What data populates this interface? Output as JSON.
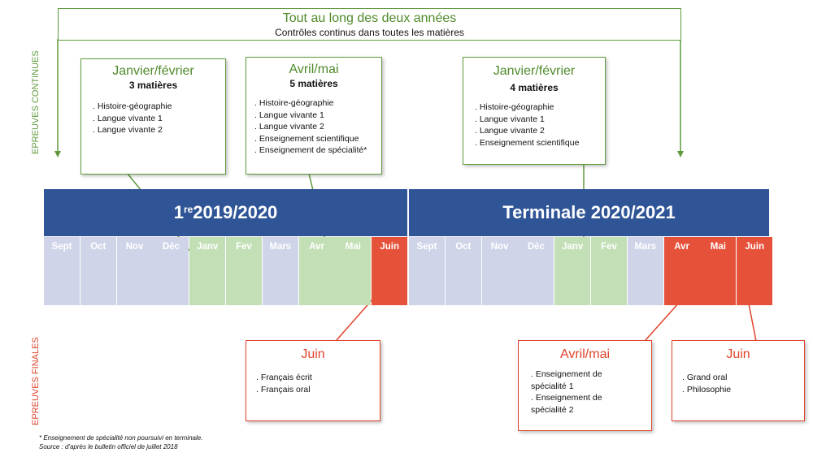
{
  "top_banner": {
    "title": "Tout au long des deux années",
    "subtitle": "Contrôles continus dans toutes les matières"
  },
  "side_labels": {
    "continuous": "EPREUVES CONTINUES",
    "final": "EPREUVES FINALES"
  },
  "continuous_boxes": [
    {
      "title": "Janvier/février",
      "count": "3 matières",
      "items": [
        ". Histoire-géographie",
        ". Langue vivante 1",
        ". Langue vivante 2"
      ]
    },
    {
      "title": "Avril/mai",
      "count": "5 matières",
      "items": [
        ". Histoire-géographie",
        ". Langue vivante 1",
        ". Langue vivante 2",
        ". Enseignement scientifique",
        ". Enseignement de spécialité*"
      ]
    },
    {
      "title": "Janvier/février",
      "count": "4 matières",
      "items": [
        ". Histoire-géographie",
        ". Langue vivante 1",
        ". Langue vivante 2",
        ". Enseignement scientifique"
      ]
    }
  ],
  "years": {
    "first_sup": "re",
    "first_prefix": "1",
    "first_rest": " 2019/2020",
    "second": "Terminale 2020/2021"
  },
  "months": [
    {
      "label": "Sept",
      "status": "grey"
    },
    {
      "label": "Oct",
      "status": "grey"
    },
    {
      "label": "Nov",
      "status": "grey"
    },
    {
      "label": "Déc",
      "status": "grey"
    },
    {
      "label": "Janv",
      "status": "green"
    },
    {
      "label": "Fev",
      "status": "green"
    },
    {
      "label": "Mars",
      "status": "grey"
    },
    {
      "label": "Avr",
      "status": "green"
    },
    {
      "label": "Mai",
      "status": "green"
    },
    {
      "label": "Juin",
      "status": "red"
    },
    {
      "label": "Sept",
      "status": "grey"
    },
    {
      "label": "Oct",
      "status": "grey"
    },
    {
      "label": "Nov",
      "status": "grey"
    },
    {
      "label": "Déc",
      "status": "grey"
    },
    {
      "label": "Janv",
      "status": "green"
    },
    {
      "label": "Fev",
      "status": "green"
    },
    {
      "label": "Mars",
      "status": "grey"
    },
    {
      "label": "Avr",
      "status": "red"
    },
    {
      "label": "Mai",
      "status": "red"
    },
    {
      "label": "Juin",
      "status": "red"
    }
  ],
  "final_boxes": [
    {
      "title": "Juin",
      "items": [
        ". Français écrit",
        ". Français oral"
      ]
    },
    {
      "title": "Avril/mai",
      "items": [
        ". Enseignement de spécialité 1",
        ". Enseignement de spécialité 2"
      ]
    },
    {
      "title": "Juin",
      "items": [
        ". Grand oral",
        ". Philosophie"
      ]
    }
  ],
  "footnotes": {
    "note": "* Enseignement de spécialité non poursuivi en terminale.",
    "source": "Source : d'après le bulletin officiel de juillet 2018"
  },
  "colors": {
    "green": "#5f9a3c",
    "red": "#e0432a",
    "band": "#2f5597"
  }
}
